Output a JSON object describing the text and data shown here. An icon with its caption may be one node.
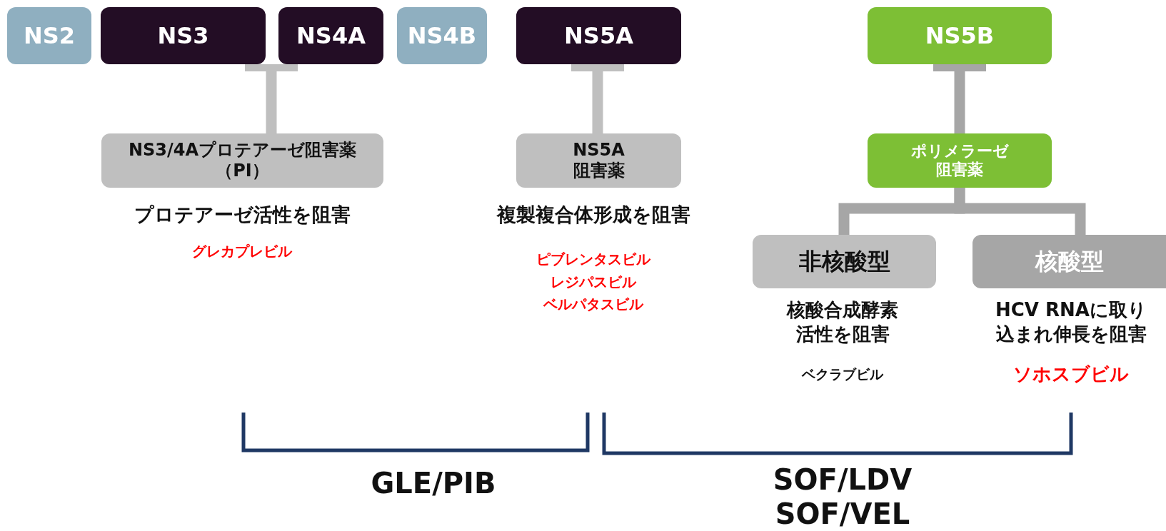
{
  "diagram": {
    "nodes": [
      {
        "text": [
          "NS2"
        ]
      },
      {
        "text": [
          "NS3"
        ]
      },
      {
        "text": [
          "NS4A"
        ]
      },
      {
        "text": [
          "NS4B"
        ]
      },
      {
        "text": [
          "NS5A"
        ]
      },
      {
        "text": [
          "NS5B"
        ]
      },
      {
        "text": [
          "NS3/4Aプロテアーゼ阻害薬（PI）"
        ],
        "beside": [
          "プロテアーゼ活性を阻害",
          "グレカプレビル"
        ]
      },
      {
        "text": [
          "NS5A阻害薬"
        ],
        "beside": [
          "複製複合体形成を阻害",
          "ピブレンタスビル",
          "レジパスビル",
          "ベルパタスビル"
        ]
      },
      {
        "text": [
          "ポリメラーゼ阻害薬"
        ]
      },
      {
        "text": [
          "非核酸型"
        ],
        "beside": [
          "核酸合成酵素活性を阻害",
          "ベクラブビル"
        ]
      },
      {
        "text": [
          "核酸型"
        ],
        "beside": [
          "HCV RNAに取り込まれ伸長を阻害",
          "ソホスブビル"
        ]
      }
    ],
    "edges": [
      {
        "from": 6,
        "to": 2,
        "arrow": "other",
        "color": "#bfbfbf"
      },
      {
        "from": 7,
        "to": 4,
        "arrow": "other",
        "color": "#bfbfbf"
      },
      {
        "from": 8,
        "to": 5,
        "arrow": "other"
      },
      {
        "from": 8,
        "to": 9,
        "arrow": "none"
      },
      {
        "from": 8,
        "to": 10,
        "arrow": "none"
      }
    ],
    "labels": [
      "GLE/PIB",
      "SOF/LDV",
      "SOF/VEL"
    ]
  }
}
